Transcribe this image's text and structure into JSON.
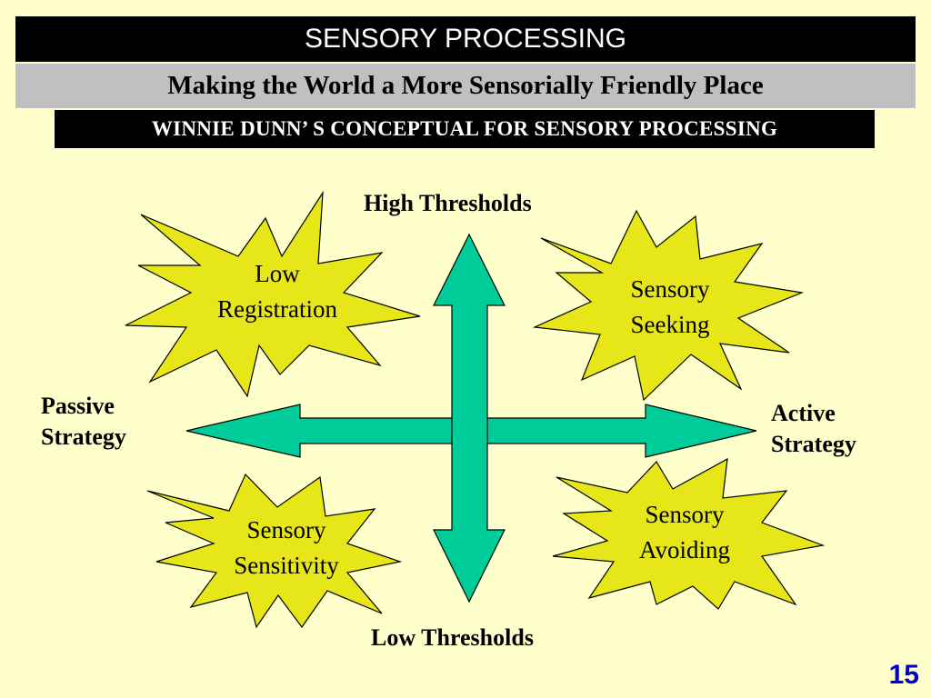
{
  "header": {
    "title": "SENSORY PROCESSING",
    "subtitle": "Making the World a More Sensorially Friendly Place",
    "concept": "WINNIE DUNN’ S CONCEPTUAL FOR SENSORY PROCESSING"
  },
  "diagram": {
    "axis_top": "High Thresholds",
    "axis_bottom": "Low Thresholds",
    "axis_left": [
      "Passive",
      "Strategy"
    ],
    "axis_right": [
      "Active",
      "Strategy"
    ],
    "quadrants": {
      "top_left": [
        "Low",
        "Registration"
      ],
      "top_right": [
        "Sensory",
        "Seeking"
      ],
      "bottom_left": [
        "Sensory",
        "Sensitivity"
      ],
      "bottom_right": [
        "Sensory",
        "Avoiding"
      ]
    },
    "colors": {
      "background": "#ffffcc",
      "burst_fill": "#e6e619",
      "arrow_fill": "#00cc99"
    }
  },
  "footer": {
    "page": "15"
  }
}
